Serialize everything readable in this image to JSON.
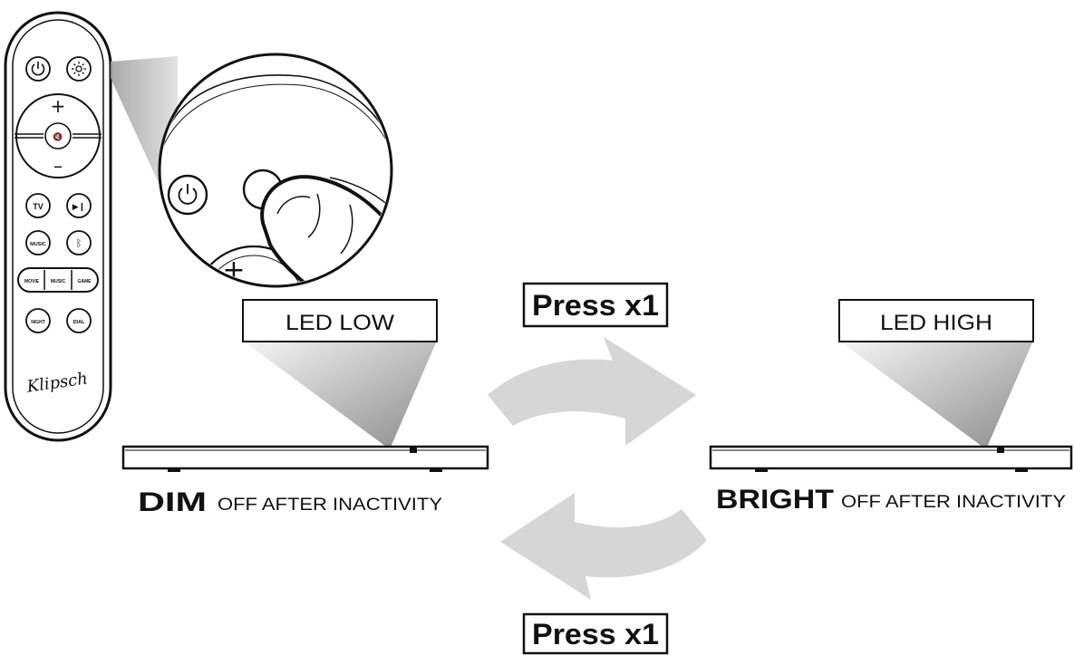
{
  "remote": {
    "brand": "Klipsch",
    "buttons": {
      "volume_up": "+",
      "volume_down": "–",
      "mute": "🔇",
      "source_1": "TV",
      "source_2": "▶❙",
      "preset_1": "MUSIC",
      "bluetooth": "ᛒ",
      "mode_1": "MOVIE",
      "mode_2": "MUSIC",
      "mode_3": "GAME",
      "mode_4": "NIGHT",
      "mode_5": "DIAL"
    }
  },
  "zoom": {
    "volume_up": "+"
  },
  "labels": {
    "led_low": "LED LOW",
    "led_high": "LED HIGH",
    "press_top": "Press x1",
    "press_bottom": "Press x1"
  },
  "states": {
    "dim": {
      "mode": "DIM",
      "note": "OFF AFTER INACTIVITY"
    },
    "bright": {
      "mode": "BRIGHT",
      "note": "OFF AFTER INACTIVITY"
    }
  },
  "colors": {
    "ink": "#111111",
    "arrow": "#d6d6d6",
    "cone_dark": "#9a9a9a",
    "cone_light": "#f2f2f2"
  }
}
